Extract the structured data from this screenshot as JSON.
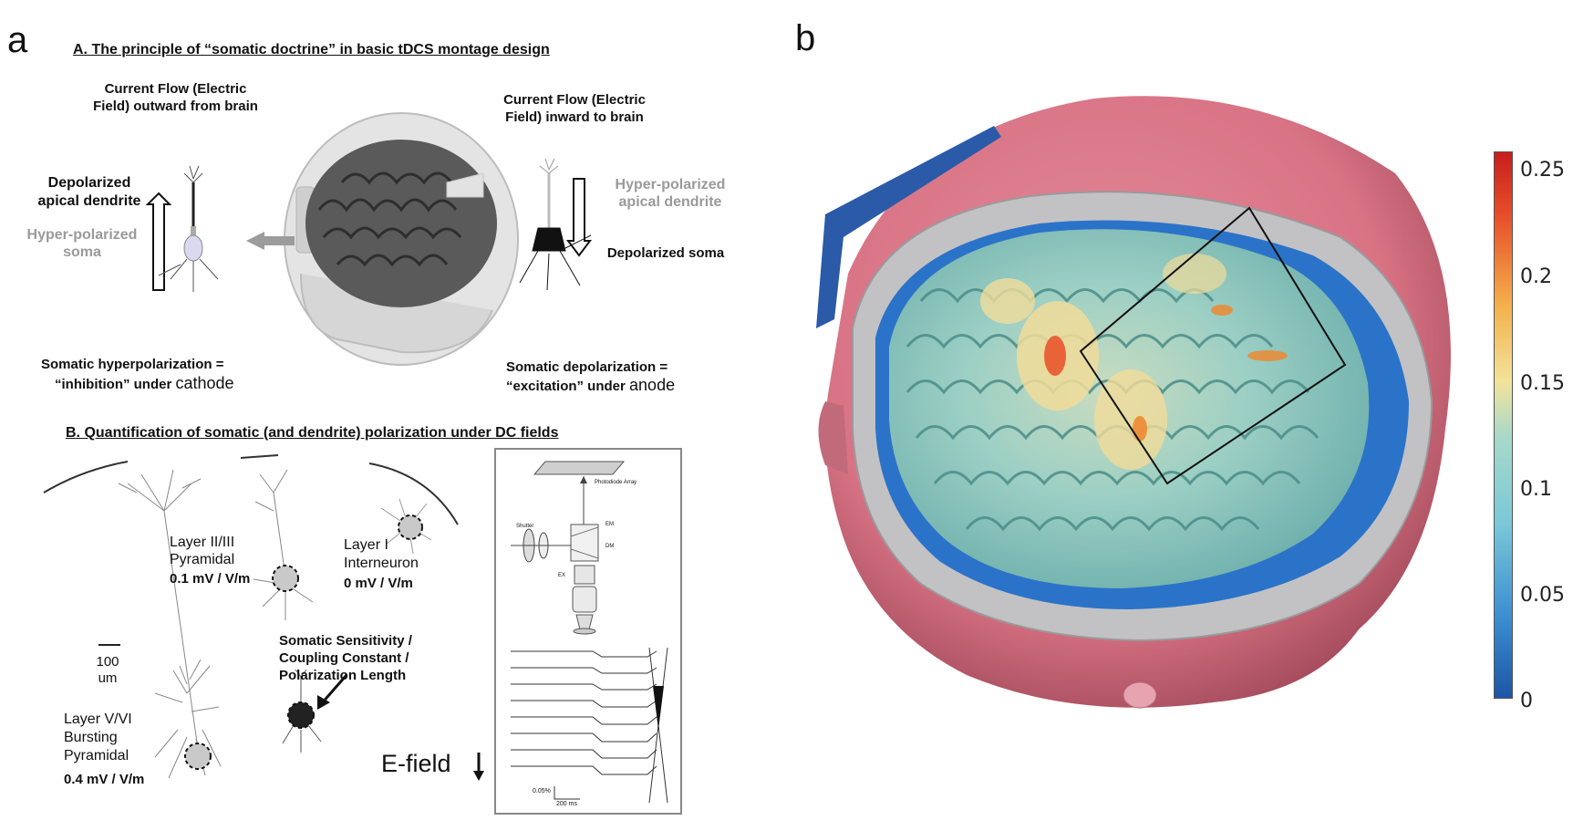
{
  "panel_a": {
    "letter": "a",
    "section_a_title": "A. The  principle of “somatic doctrine” in basic tDCS montage design",
    "left": {
      "current_flow": "Current Flow (Electric Field) outward from brain",
      "depolarized": "Depolarized apical dendrite",
      "hyper": "Hyper-polarized soma",
      "summary_line1": "Somatic hyperpolarization  =",
      "summary_line2_prefix": "“inhibition” under ",
      "summary_line2_word": "cathode"
    },
    "right": {
      "current_flow": "Current Flow (Electric Field) inward to brain",
      "hyper": "Hyper-polarized apical dendrite",
      "depolarized": "Depolarized soma",
      "summary_line1": "Somatic depolarization  =",
      "summary_line2_prefix": "“excitation” under ",
      "summary_line2_word": "anode"
    },
    "section_b_title": "B. Quantification of somatic (and dendrite) polarization under DC fields",
    "neurons": {
      "layer23_name": "Layer II/III Pyramidal",
      "layer23_value": "0.1 mV / V/m",
      "layer1_name": "Layer I Interneuron",
      "layer1_value": "0 mV / V/m",
      "layer56_name": "Layer V/VI Bursting Pyramidal",
      "layer56_value": "0.4 mV / V/m",
      "scale_value": "100",
      "scale_unit": "um",
      "sensitivity": "Somatic Sensitivity / Coupling Constant / Polarization Length",
      "efield": "E-field"
    },
    "inset": {
      "photodiode": "Photodiode Array",
      "shutter": "Shutter",
      "em": "EM",
      "dm": "DM",
      "ex": "EX",
      "scale_pct": "0.05%",
      "scale_ms": "200 ms"
    }
  },
  "panel_b": {
    "letter": "b",
    "colorbar": {
      "ticks": [
        "0.25",
        "0.2",
        "0.15",
        "0.1",
        "0.05",
        "0"
      ],
      "colors": [
        "#1d55a8",
        "#3b8fd2",
        "#7ac8d8",
        "#a9d9c9",
        "#f3e39b",
        "#f3b04a",
        "#e8502a",
        "#c81e1e"
      ]
    }
  }
}
